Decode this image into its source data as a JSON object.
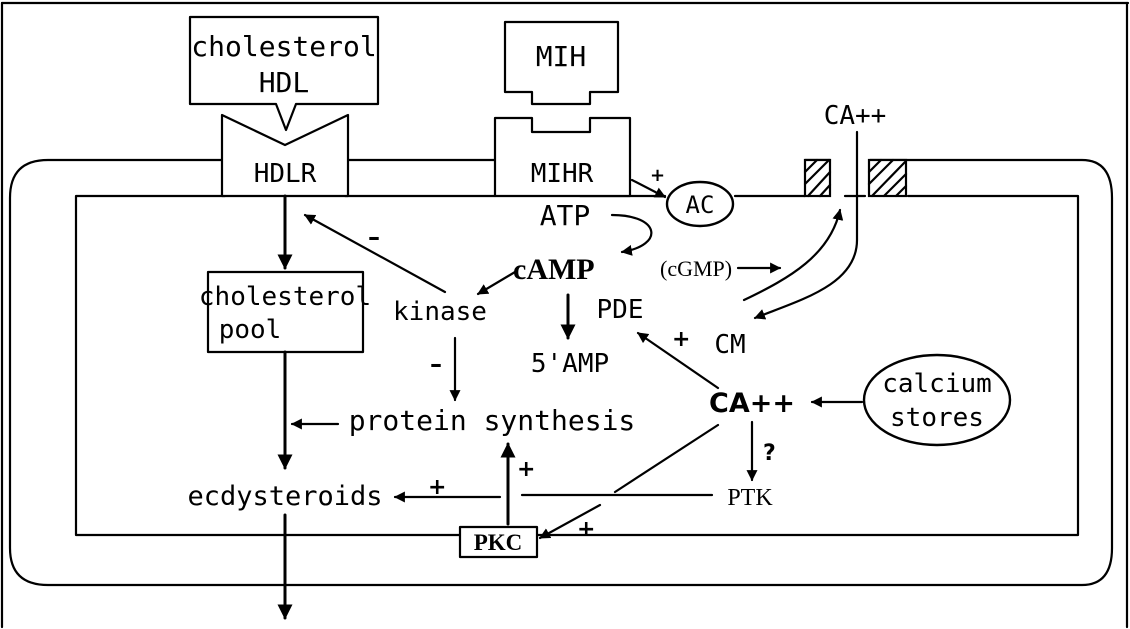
{
  "nodes": {
    "cholesterol_hdl_line1": "cholesterol",
    "cholesterol_hdl_line2": "HDL",
    "mih": "MIH",
    "hdlr": "HDLR",
    "mihr": "MIHR",
    "ca_extracellular": "CA++",
    "ac": "AC",
    "atp": "ATP",
    "camp": "cAMP",
    "cgmp": "(cGMP)",
    "pde": "PDE",
    "amp5": "5'AMP",
    "kinase": "kinase",
    "cholesterol_pool_line1": "cholesterol",
    "cholesterol_pool_line2": "pool",
    "cm": "CM",
    "ca_intracellular": "CA++",
    "calcium_stores_line1": "calcium",
    "calcium_stores_line2": "stores",
    "protein_synthesis": "protein synthesis",
    "ecdysteroids": "ecdysteroids",
    "ptk": "PTK",
    "pkc": "PKC"
  },
  "signs": {
    "mihr_to_ac": "+",
    "kinase_to_hdlr": "–",
    "kinase_to_protein": "–",
    "ca_to_pde": "+",
    "ca_to_ptk": "?",
    "pkc_to_protein": "+",
    "pkc_to_ecdysteroids": "+",
    "ptk_to_pkc": "+"
  }
}
